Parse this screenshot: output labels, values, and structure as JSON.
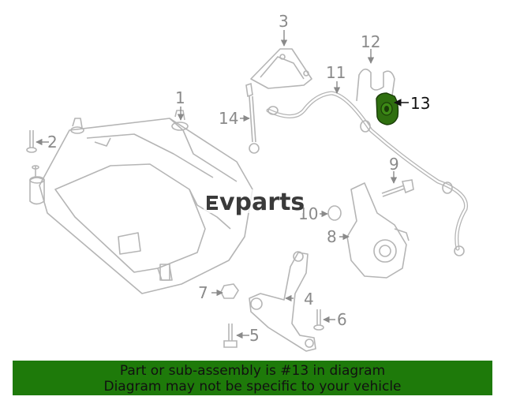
{
  "diagram": {
    "callouts": {
      "c1": "1",
      "c2": "2",
      "c3": "3",
      "c4": "4",
      "c5": "5",
      "c6": "6",
      "c7": "7",
      "c8": "8",
      "c9": "9",
      "c10": "10",
      "c11": "11",
      "c12": "12",
      "c13": "13",
      "c14": "14"
    },
    "highlight_color": "#2f6f0f",
    "line_color": "#b5b5b5",
    "logo": "evparts"
  },
  "banner": {
    "line1": "Part or sub-assembly is #13 in diagram",
    "line2": "Diagram may not be specific to your vehicle",
    "color": "#1e7a0a"
  }
}
